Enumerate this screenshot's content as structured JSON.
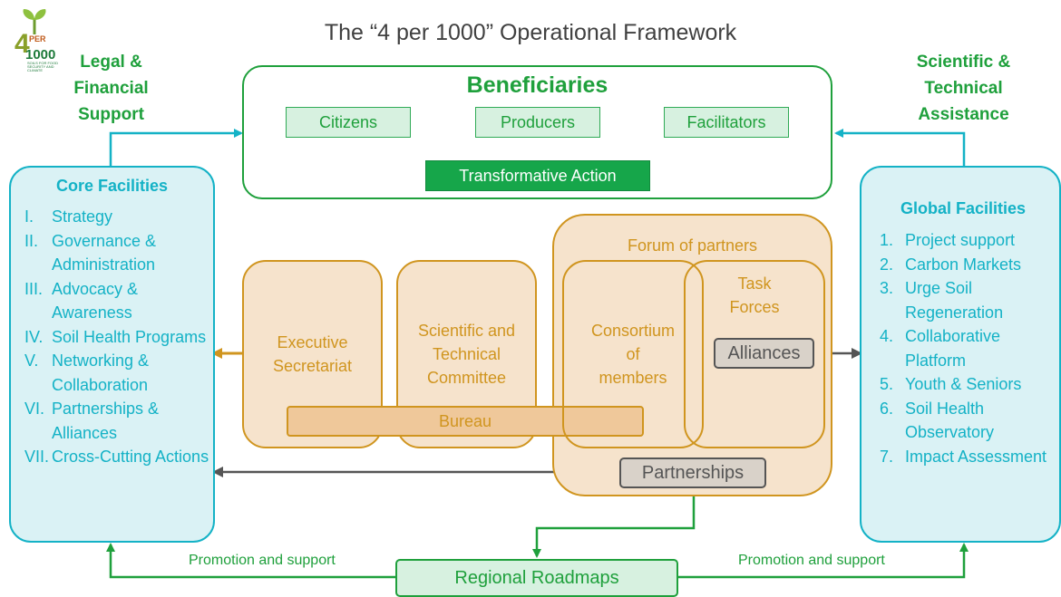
{
  "title": "The “4 per 1000” Operational Framework",
  "logo": {
    "number": "4",
    "per": "PER",
    "thousand": "1000",
    "tagline": "SOILS FOR FOOD SECURITY AND CLIMATE"
  },
  "left_label": [
    "Legal &",
    "Financial",
    "Support"
  ],
  "right_label": [
    "Scientific &",
    "Technical",
    "Assistance"
  ],
  "beneficiaries": {
    "title": "Beneficiaries",
    "citizens": "Citizens",
    "producers": "Producers",
    "facilitators": "Facilitators",
    "action": "Transformative Action"
  },
  "core_facilities": {
    "title": "Core Facilities",
    "items": [
      {
        "num": "I.",
        "text": "Strategy"
      },
      {
        "num": "II.",
        "text": "Governance & Administration"
      },
      {
        "num": "III.",
        "text": "Advocacy & Awareness"
      },
      {
        "num": "IV.",
        "text": "Soil Health Programs"
      },
      {
        "num": "V.",
        "text": "Networking & Collaboration"
      },
      {
        "num": "VI.",
        "text": "Partnerships & Alliances"
      },
      {
        "num": "VII.",
        "text": "Cross-Cutting Actions"
      }
    ]
  },
  "global_facilities": {
    "title": "Global Facilities",
    "items": [
      {
        "num": "1.",
        "text": "Project support"
      },
      {
        "num": "2.",
        "text": "Carbon Markets"
      },
      {
        "num": "3.",
        "text": "Urge Soil Regeneration"
      },
      {
        "num": "4.",
        "text": "Collaborative Platform"
      },
      {
        "num": "5.",
        "text": "Youth & Seniors"
      },
      {
        "num": "6.",
        "text": "Soil Health Observatory"
      },
      {
        "num": "7.",
        "text": "Impact Assessment"
      }
    ]
  },
  "governance": {
    "forum": "Forum of partners",
    "executive": [
      "Executive",
      "Secretariat"
    ],
    "stc": [
      "Scientific and",
      "Technical",
      "Committee"
    ],
    "consortium": [
      "Consortium",
      "of",
      "members"
    ],
    "task_forces": [
      "Task",
      "Forces"
    ],
    "bureau": "Bureau",
    "alliances": "Alliances",
    "partnerships": "Partnerships"
  },
  "bottom": {
    "promo_left": "Promotion and support",
    "promo_right": "Promotion and support",
    "regional": "Regional Roadmaps"
  },
  "colors": {
    "green": "#1fa03c",
    "teal": "#14b2c6",
    "orange": "#d0951f",
    "gray": "#555555"
  }
}
